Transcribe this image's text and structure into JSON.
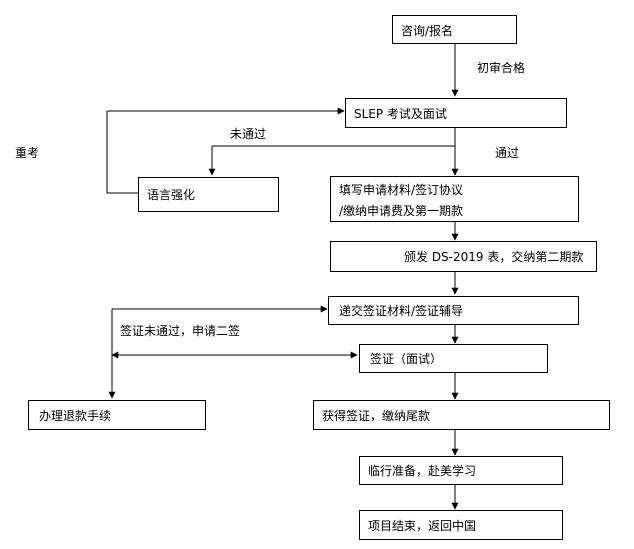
{
  "nodes": {
    "consult": "咨询/报名",
    "slep": "SLEP 考试及面试",
    "lang": "语言强化",
    "fill_line1": "填写申请材料/签订协议",
    "fill_line2": "/缴纳申请费及第一期款",
    "ds2019": "颁发 DS-2019 表，交纳第二期款",
    "submit": "递交签证材料/签证辅导",
    "visa": "签证（面试）",
    "refund": "办理退款手续",
    "obtain": "获得签证，缴纳尾款",
    "prepare": "临行准备，赴美学习",
    "end": "项目结束，返回中国"
  },
  "labels": {
    "initial_pass": "初审合格",
    "not_pass": "未通过",
    "pass": "通过",
    "retake": "重考",
    "visa_fail": "签证未通过，申请二签"
  }
}
